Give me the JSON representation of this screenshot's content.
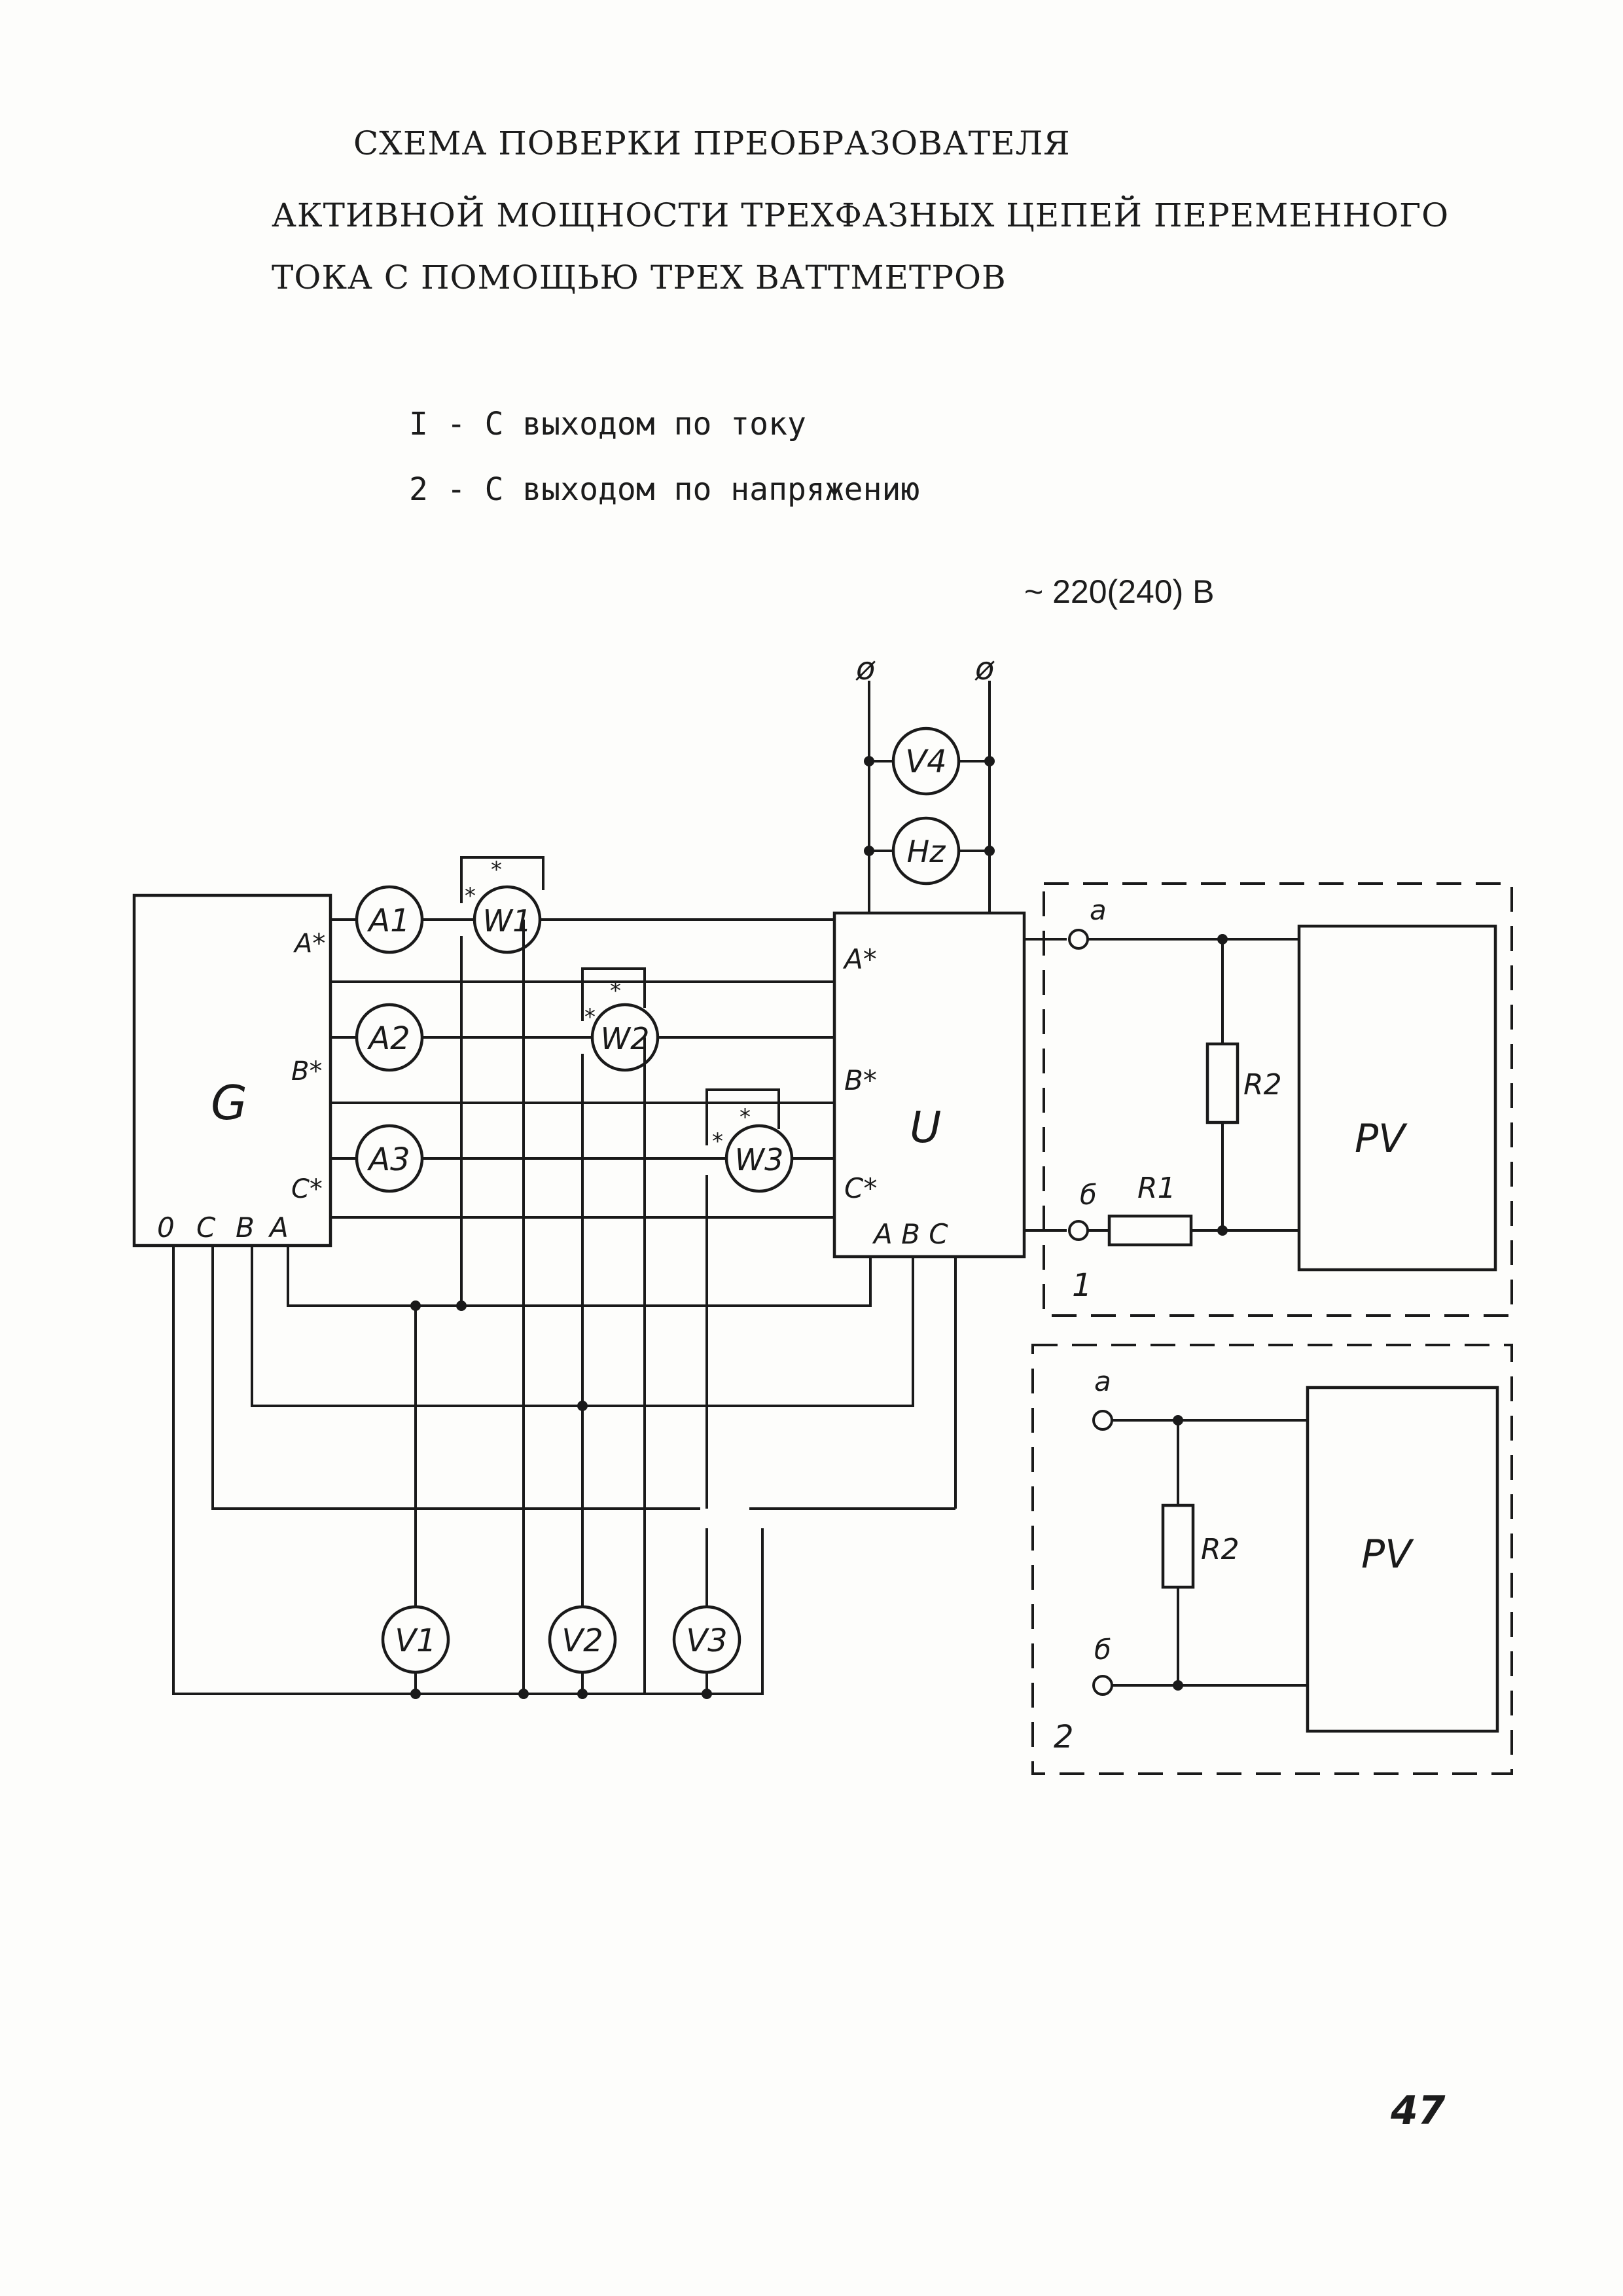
{
  "title": [
    "СХЕМА ПОВЕРКИ ПРЕОБРАЗОВАТЕЛЯ",
    "АКТИВНОЙ МОЩНОСТИ ТРЕХФАЗНЫХ ЦЕПЕЙ ПЕРЕМЕННОГО",
    "ТОКА С ПОМОЩЬЮ ТРЕХ ВАТТМЕТРОВ"
  ],
  "legend": [
    "I - С выходом по току",
    "2 - С выходом по напряжению"
  ],
  "supply": {
    "label": "~ 220(240) В",
    "terminal_symbol": "ø"
  },
  "generator": {
    "name": "G",
    "phase_terminals": [
      "A*",
      "B*",
      "C*"
    ],
    "bottom_terminals": [
      "0",
      "C",
      "B",
      "A"
    ]
  },
  "converter": {
    "name": "U",
    "phase_terminals": [
      "A*",
      "B*",
      "C*"
    ],
    "bottom_terminals": [
      "A B C"
    ]
  },
  "meters": {
    "ammeters": [
      "A1",
      "A2",
      "A3"
    ],
    "wattmeters": [
      "W1",
      "W2",
      "W3"
    ],
    "voltmeters": [
      "V1",
      "V2",
      "V3"
    ],
    "supply_meters": [
      "V4",
      "Hz"
    ],
    "star_mark": "*"
  },
  "block1": {
    "number": "1",
    "terminals": [
      "a",
      "б"
    ],
    "resistors": [
      "R2",
      "R1"
    ],
    "instrument": "PV"
  },
  "block2": {
    "number": "2",
    "terminals": [
      "a",
      "б"
    ],
    "resistors": [
      "R2"
    ],
    "instrument": "PV"
  },
  "page_number": "47"
}
